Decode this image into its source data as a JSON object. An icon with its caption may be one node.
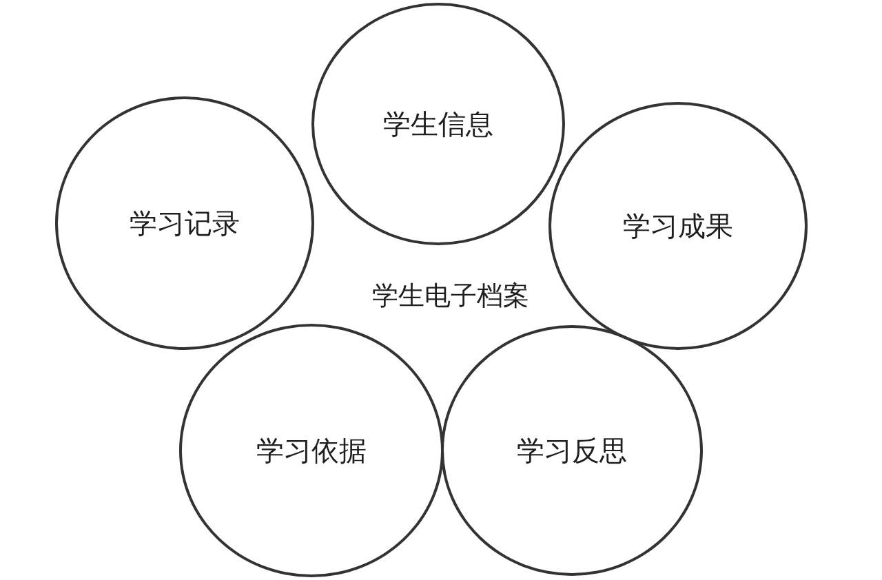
{
  "diagram": {
    "title": "学生电子档案",
    "nodes": [
      {
        "text": [
          "学生信息"
        ]
      },
      {
        "text": [
          "学习记录"
        ]
      },
      {
        "text": [
          "学习成果"
        ]
      },
      {
        "text": [
          "学习依据"
        ]
      },
      {
        "text": [
          "学习反思"
        ]
      }
    ]
  }
}
